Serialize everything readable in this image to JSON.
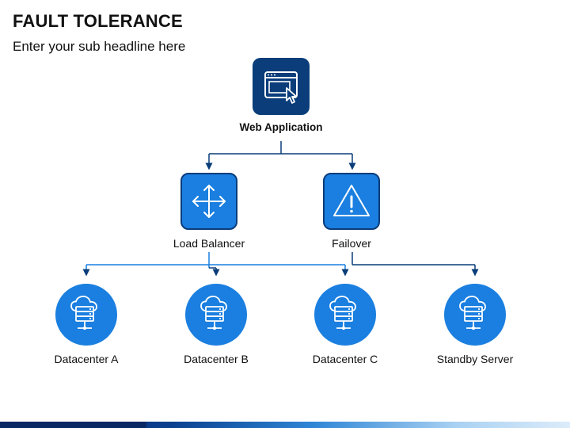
{
  "header": {
    "title": "FAULT TOLERANCE",
    "subtitle": "Enter your sub headline here"
  },
  "nodes": {
    "web_application": {
      "label": "Web Application",
      "icon": "browser-cursor-icon",
      "color": "#0a3d7a"
    },
    "load_balancer": {
      "label": "Load Balancer",
      "icon": "move-arrows-icon",
      "color": "#1a7fe0"
    },
    "failover": {
      "label": "Failover",
      "icon": "warning-icon",
      "color": "#1a7fe0"
    },
    "datacenter_a": {
      "label": "Datacenter A",
      "icon": "cloud-server-icon"
    },
    "datacenter_b": {
      "label": "Datacenter B",
      "icon": "cloud-server-icon"
    },
    "datacenter_c": {
      "label": "Datacenter C",
      "icon": "cloud-server-icon"
    },
    "standby_server": {
      "label": "Standby Server",
      "icon": "cloud-server-icon"
    }
  },
  "colors": {
    "primary_dark": "#0a3d7a",
    "primary": "#1a7fe0",
    "connector": "#0a3d7a"
  }
}
